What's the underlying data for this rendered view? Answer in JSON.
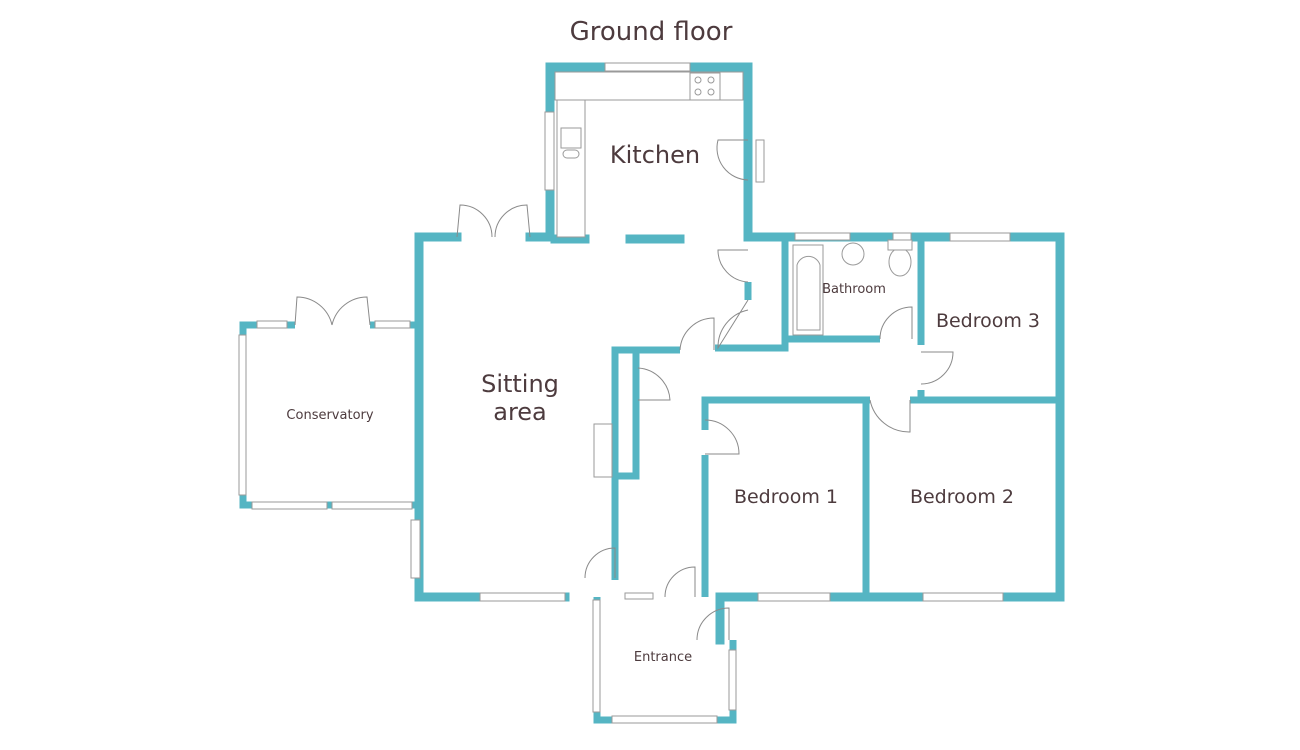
{
  "title": "Ground floor",
  "rooms": {
    "kitchen": "Kitchen",
    "sitting_line1": "Sitting",
    "sitting_line2": "area",
    "conservatory": "Conservatory",
    "bathroom": "Bathroom",
    "bedroom1": "Bedroom 1",
    "bedroom2": "Bedroom 2",
    "bedroom3": "Bedroom 3",
    "entrance": "Entrance"
  },
  "colors": {
    "wall": "#55b5c3",
    "text": "#4d3b3e"
  }
}
